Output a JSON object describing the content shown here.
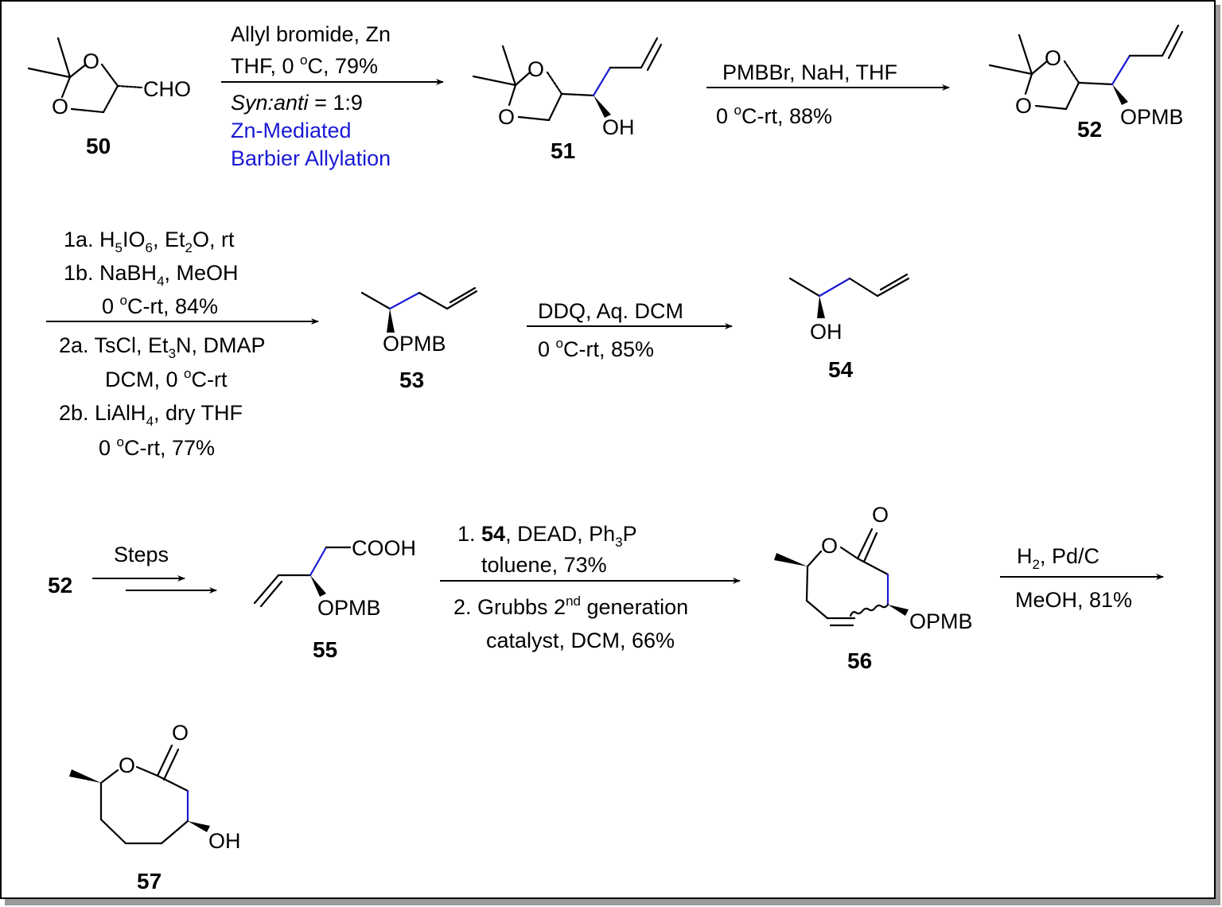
{
  "colors": {
    "highlight_bond": "#1a1ad4",
    "highlight_text": "#1a1ad4",
    "ink": "#000000"
  },
  "compounds": {
    "c50": "50",
    "c51": "51",
    "c52": "52",
    "c52_start": "52",
    "c53": "53",
    "c54": "54",
    "c55": "55",
    "c56": "56",
    "c57": "57"
  },
  "atoms": {
    "O": "O",
    "CHO": "CHO",
    "OH": "OH",
    "OPMB": "OPMB",
    "COOH": "COOH"
  },
  "steps": {
    "step1": {
      "line1": "Allyl bromide, Zn",
      "line2_a": "THF, 0 ",
      "line2_sup": "o",
      "line2_b": "C, 79%",
      "line3_italic": "Syn:anti",
      "line3_rest": " = 1:9",
      "line4": "Zn-Mediated",
      "line5": "Barbier Allylation"
    },
    "step2": {
      "line1": "PMBBr, NaH, THF",
      "line2_a": "0 ",
      "line2_sup": "o",
      "line2_b": "C-rt, 88%"
    },
    "step3": {
      "l1_a": "1a. H",
      "l1_sub1": "5",
      "l1_b": "IO",
      "l1_sub2": "6",
      "l1_c": ", Et",
      "l1_sub3": "2",
      "l1_d": "O, rt",
      "l2_a": "1b. NaBH",
      "l2_sub": "4",
      "l2_b": ", MeOH",
      "l3_a": "0 ",
      "l3_sup": "o",
      "l3_b": "C-rt, 84%",
      "l4_a": "2a. TsCl, Et",
      "l4_sub": "3",
      "l4_b": "N, DMAP",
      "l5_a": "DCM, 0 ",
      "l5_sup": "o",
      "l5_b": "C-rt",
      "l6_a": "2b. LiAlH",
      "l6_sub": "4",
      "l6_b": ", dry THF",
      "l7_a": "0 ",
      "l7_sup": "o",
      "l7_b": "C-rt, 77%"
    },
    "step4": {
      "line1": "DDQ, Aq. DCM",
      "line2_a": "0 ",
      "line2_sup": "o",
      "line2_b": "C-rt, 85%"
    },
    "step5": {
      "line1": "Steps"
    },
    "step6": {
      "l1_a": "1. ",
      "l1_bold": "54",
      "l1_b": ", DEAD, Ph",
      "l1_sub": "3",
      "l1_c": "P",
      "l2": "toluene, 73%",
      "l3_a": "2. Grubbs 2",
      "l3_sup": "nd",
      "l3_b": " generation",
      "l4": "catalyst, DCM, 66%"
    },
    "step7": {
      "l1_a": "H",
      "l1_sub": "2",
      "l1_b": ", Pd/C",
      "l2": "MeOH, 81%"
    }
  }
}
